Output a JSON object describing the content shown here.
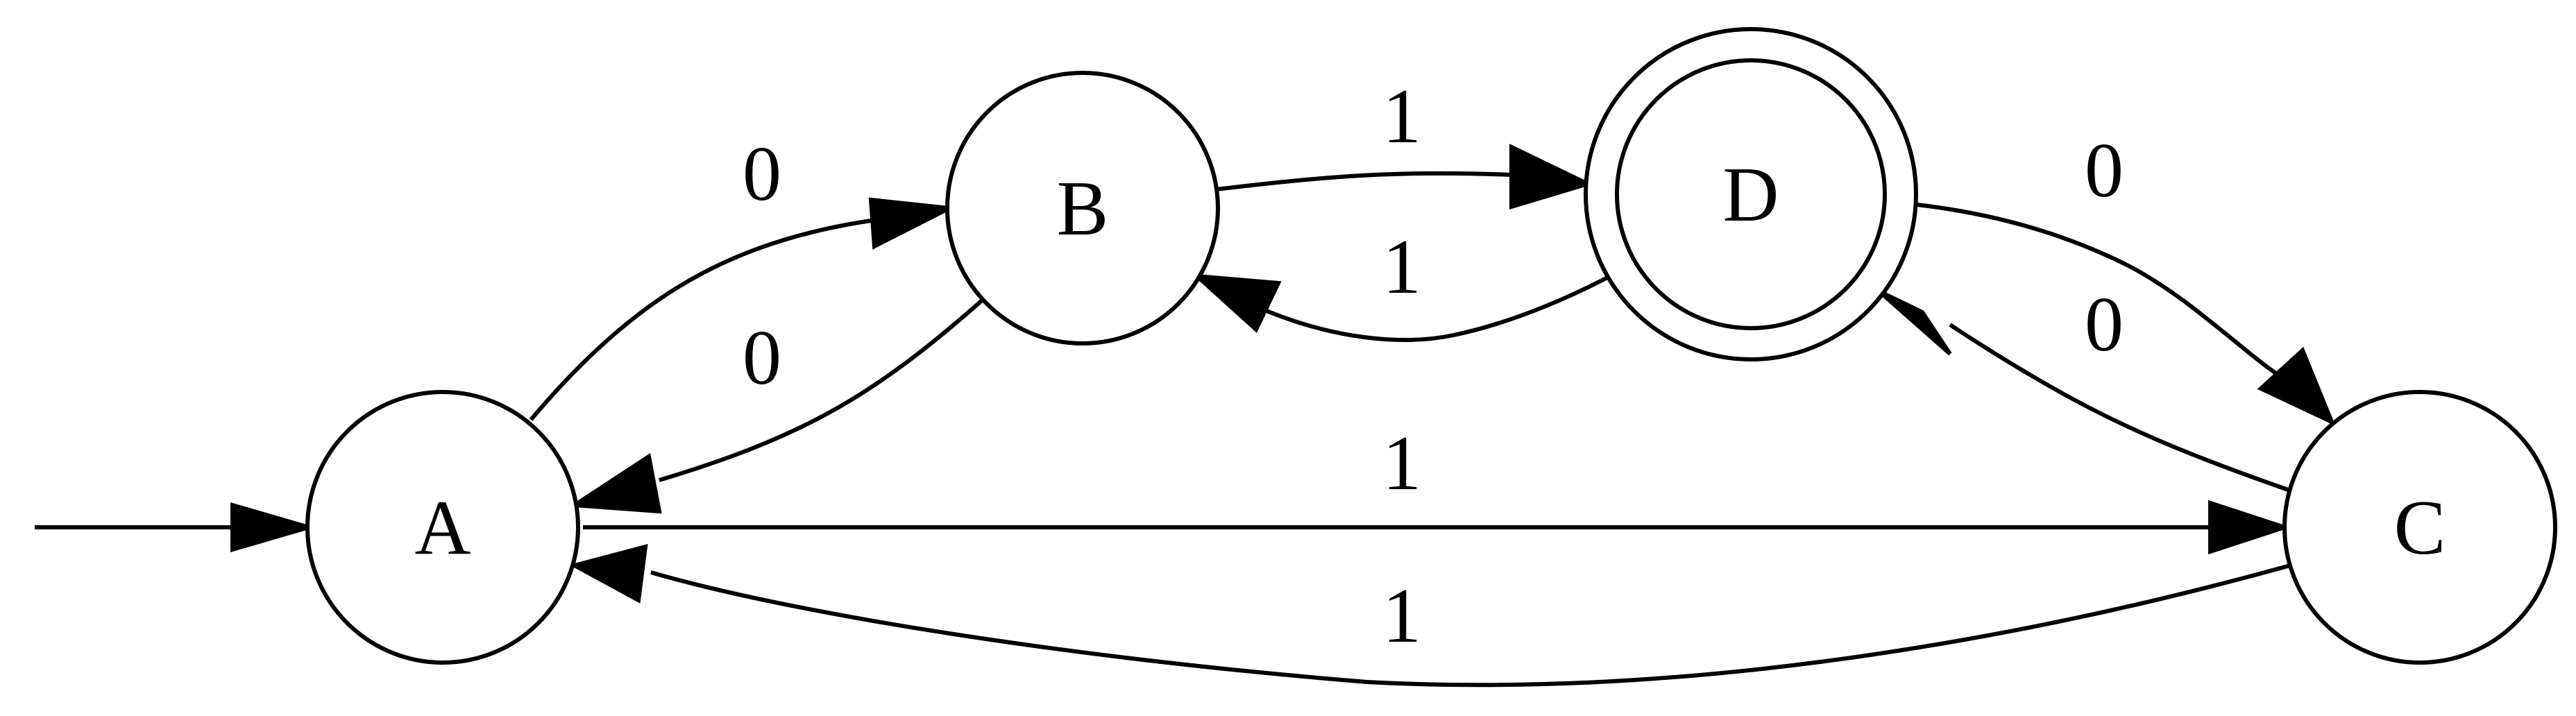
{
  "diagram": {
    "type": "finite-state-automaton",
    "start_state": "A",
    "accept_states": [
      "D"
    ],
    "states": [
      {
        "id": "A",
        "label": "A",
        "accepting": false
      },
      {
        "id": "B",
        "label": "B",
        "accepting": false
      },
      {
        "id": "D",
        "label": "D",
        "accepting": true
      },
      {
        "id": "C",
        "label": "C",
        "accepting": false
      }
    ],
    "transitions": [
      {
        "from": "A",
        "to": "B",
        "label": "0"
      },
      {
        "from": "B",
        "to": "A",
        "label": "0"
      },
      {
        "from": "B",
        "to": "D",
        "label": "1"
      },
      {
        "from": "D",
        "to": "B",
        "label": "1"
      },
      {
        "from": "D",
        "to": "C",
        "label": "0"
      },
      {
        "from": "C",
        "to": "D",
        "label": "0"
      },
      {
        "from": "A",
        "to": "C",
        "label": "1"
      },
      {
        "from": "C",
        "to": "A",
        "label": "1"
      }
    ],
    "colors": {
      "stroke": "#000000",
      "fill": "#ffffff"
    }
  }
}
